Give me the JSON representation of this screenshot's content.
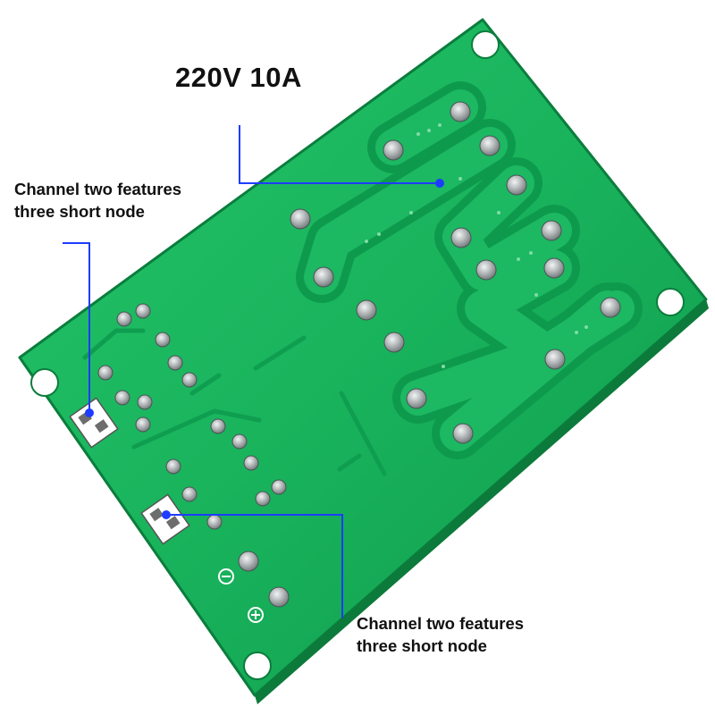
{
  "photo": {
    "board_color": "#19b85e",
    "pad_color": "#b9bcbd",
    "callout_color": "#1e3cff"
  },
  "annotations": {
    "rating": "220V 10A",
    "left_note": {
      "line1": "Channel two features",
      "line2": "three short node"
    },
    "bottom_note": {
      "line1": "Channel two features",
      "line2": "three short node"
    }
  }
}
